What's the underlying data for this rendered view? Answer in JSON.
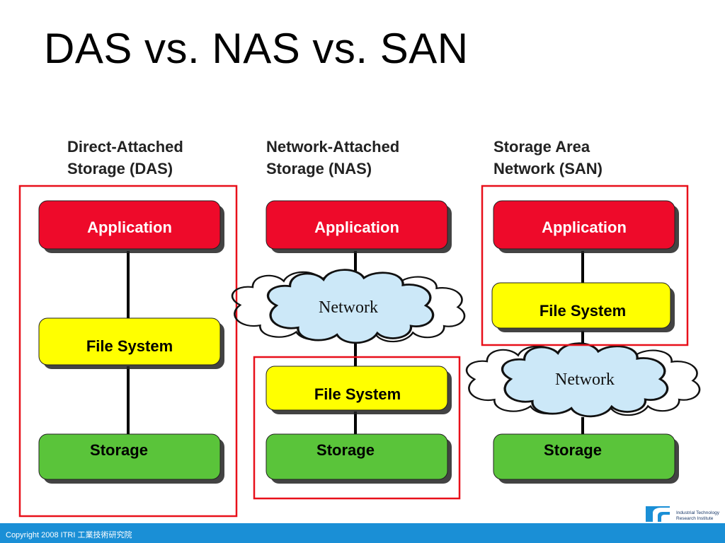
{
  "title": "DAS vs. NAS vs. SAN",
  "columns": [
    {
      "heading_line1": "Direct-Attached",
      "heading_line2": "Storage (DAS)",
      "layers": {
        "application": "Application",
        "file_system": "File System",
        "storage": "Storage"
      }
    },
    {
      "heading_line1": "Network-Attached",
      "heading_line2": "Storage (NAS)",
      "layers": {
        "application": "Application",
        "network": "Network",
        "file_system": "File System",
        "storage": "Storage"
      }
    },
    {
      "heading_line1": "Storage Area",
      "heading_line2": "Network (SAN)",
      "layers": {
        "application": "Application",
        "file_system": "File System",
        "network": "Network",
        "storage": "Storage"
      }
    }
  ],
  "colors": {
    "application": "#ee0a2a",
    "file_system": "#ffff00",
    "storage": "#5ac43a",
    "network_cloud": "#cce8f8",
    "highlight_box": "#e8101a",
    "footer": "#1a8fd6"
  },
  "footer": {
    "copyright": "Copyright 2008 ITRI 工業技術研究院"
  },
  "logo": {
    "line1": "Industrial Technology",
    "line2": "Research Institute"
  }
}
